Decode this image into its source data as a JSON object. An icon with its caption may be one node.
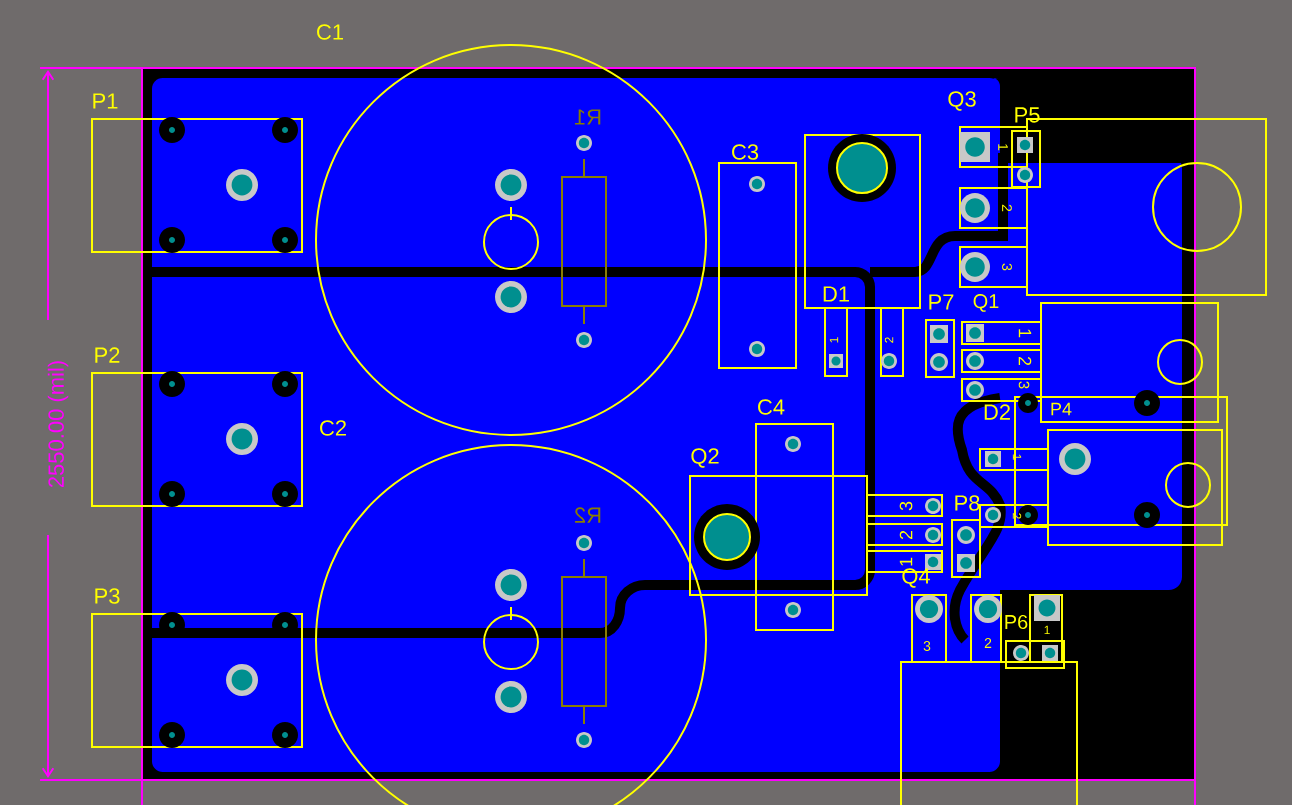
{
  "diagram": {
    "labels": [
      "C1",
      "P1",
      "R1",
      "Q3",
      "P5",
      "1",
      "C3",
      "2",
      "3",
      "Q1",
      "P7",
      "D1",
      "1",
      "2",
      "1",
      "2",
      "3",
      "P2",
      "P4",
      "D2",
      "C2",
      "1",
      "C4",
      "Q2",
      "3",
      "P8",
      "2",
      "2",
      "1",
      "Q4",
      "R2",
      "P3",
      "P6",
      "1",
      "3",
      "2",
      "2550.00 (mil)"
    ]
  }
}
